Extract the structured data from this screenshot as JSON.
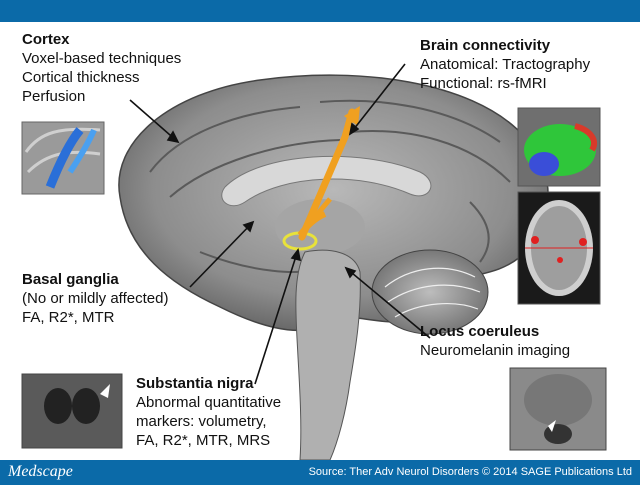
{
  "cortex": {
    "title": "Cortex",
    "lines": [
      "Voxel-based techniques",
      "Cortical thickness",
      "Perfusion"
    ]
  },
  "connectivity": {
    "title": "Brain connectivity",
    "lines": [
      "Anatomical: Tractography",
      "Functional: rs-fMRI"
    ]
  },
  "basal_ganglia": {
    "title": "Basal ganglia",
    "lines": [
      "(No or mildly affected)",
      "FA, R2*, MTR"
    ]
  },
  "locus": {
    "title": "Locus coeruleus",
    "lines": [
      "Neuromelanin imaging"
    ]
  },
  "nigra": {
    "title": "Substantia nigra",
    "lines": [
      "Abnormal quantitative",
      "markers: volumetry,",
      "FA, R2*, MTR, MRS"
    ]
  },
  "footer": {
    "brand": "Medscape",
    "source": "Source: Ther Adv Neurol Disorders © 2014 SAGE Publications Ltd"
  },
  "colors": {
    "bar": "#0b6aa8",
    "arrow": "#f0a020",
    "nigra_ring": "#e8e23a",
    "cortex_highlight": "#2a6fd8",
    "tract_green": "#2fc63a"
  }
}
